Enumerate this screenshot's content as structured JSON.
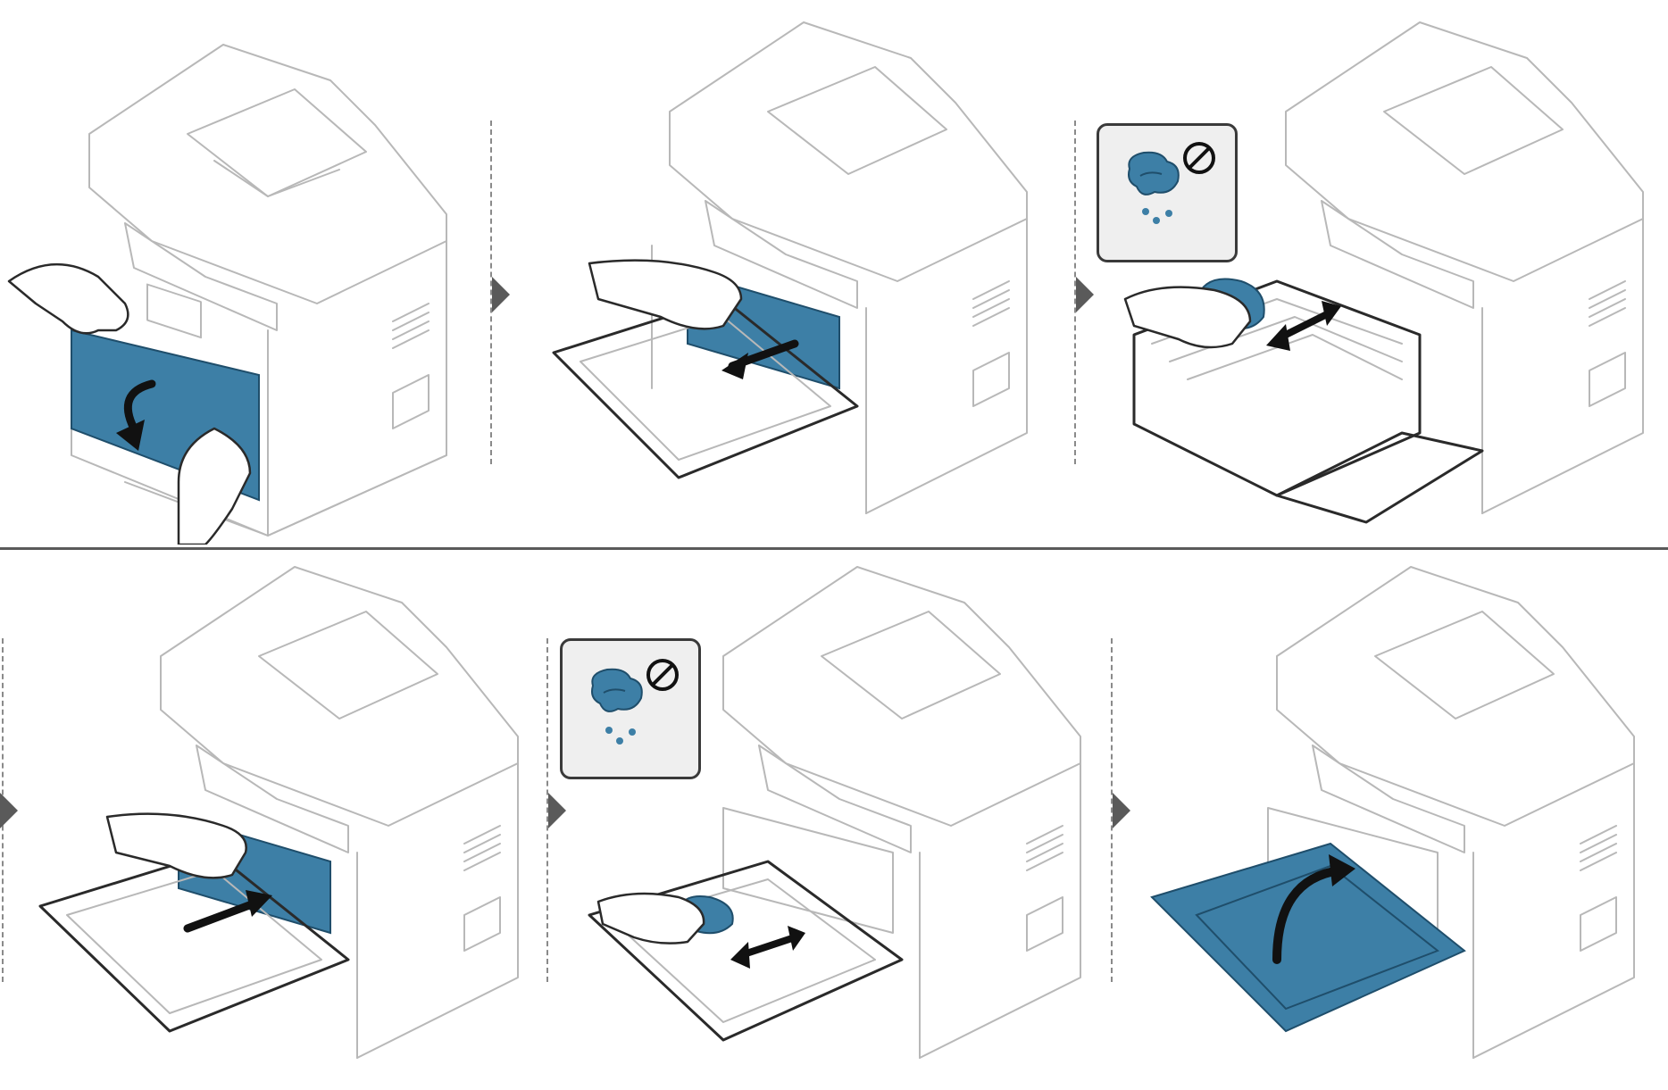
{
  "document": {
    "type": "instruction-diagram",
    "rows": 2,
    "steps_per_row": 3
  },
  "colors": {
    "accent_blue": "#3d7fa6",
    "outline_light": "#b8b8b8",
    "outline_dark": "#2a2a2a",
    "divider": "#5a5a5a",
    "warning_bg": "#efefef"
  },
  "steps": [
    {
      "id": 1,
      "action": "open-front-cover",
      "icon": "curved-down-arrow-icon"
    },
    {
      "id": 2,
      "action": "pull-out-imaging-unit",
      "icon": "left-arrow-icon"
    },
    {
      "id": 3,
      "action": "wipe-toner-cartridges",
      "icon": "double-arrow-icon",
      "warning": "no-wet-cloth-icon"
    },
    {
      "id": 4,
      "action": "push-in-imaging-unit",
      "icon": "right-arrow-icon"
    },
    {
      "id": 5,
      "action": "wipe-inside-cover",
      "icon": "double-arrow-icon",
      "warning": "no-wet-cloth-icon"
    },
    {
      "id": 6,
      "action": "close-front-cover",
      "icon": "curved-up-arrow-icon"
    }
  ]
}
